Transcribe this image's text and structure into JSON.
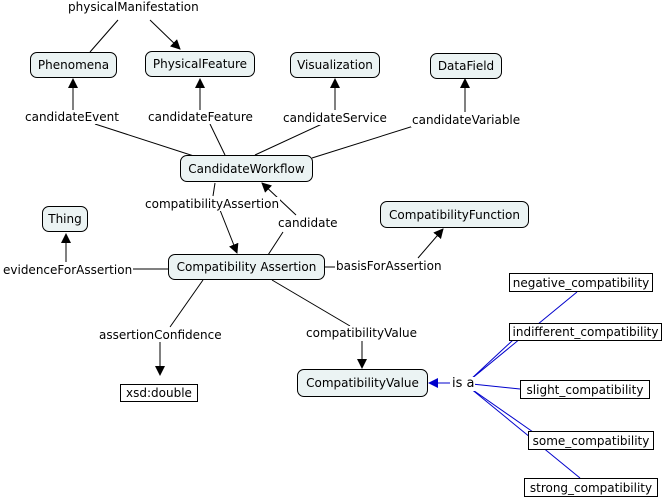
{
  "concepts": {
    "phenomena": "Phenomena",
    "physical_feature": "PhysicalFeature",
    "visualization": "Visualization",
    "data_field": "DataField",
    "candidate_workflow": "CandidateWorkflow",
    "thing": "Thing",
    "compatibility_function": "CompatibilityFunction",
    "compatibility_assertion": "Compatibility Assertion",
    "compatibility_value": "CompatibilityValue"
  },
  "literals": {
    "xsd_double": "xsd:double",
    "negative": "negative_compatibility",
    "indifferent": "indifferent_compatibility",
    "slight": "slight_compatibility",
    "some": "some_compatibility",
    "strong": "strong_compatibility"
  },
  "relations": {
    "physical_manifestation": "physicalManifestation",
    "candidate_event": "candidateEvent",
    "candidate_feature": "candidateFeature",
    "candidate_service": "candidateService",
    "candidate_variable": "candidateVariable",
    "compatibility_assertion": "compatibilityAssertion",
    "candidate": "candidate",
    "evidence_for_assertion": "evidenceForAssertion",
    "basis_for_assertion": "basisForAssertion",
    "assertion_confidence": "assertionConfidence",
    "compatibility_value": "compatibilityValue",
    "is_a": "is a"
  },
  "colors": {
    "concept_fill": "#ebf3f3",
    "edge": "#000000",
    "is_a_edge": "#0000cc"
  }
}
